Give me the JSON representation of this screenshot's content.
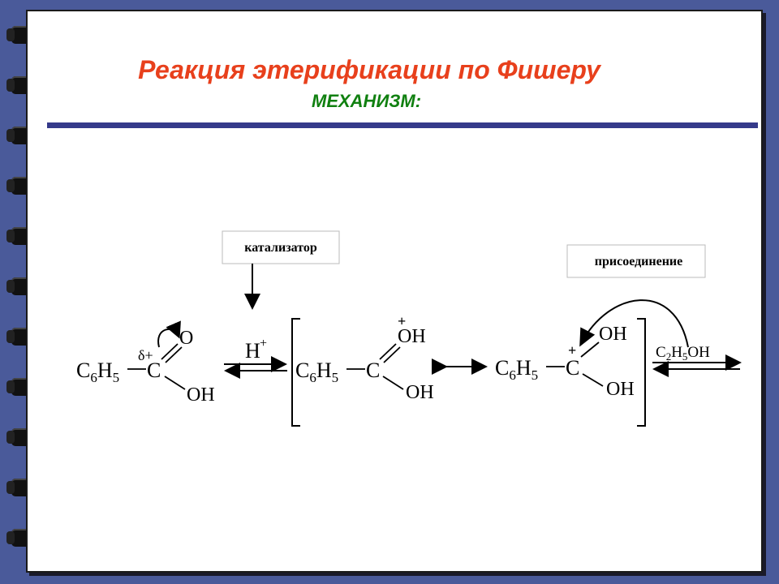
{
  "title": "Реакция этерификации по Фишеру",
  "subtitle": "МЕХАНИЗМ:",
  "labels": {
    "catalyst": "катализатор",
    "addition": "присоединение"
  },
  "molecules": {
    "acid": {
      "group": "C6H5",
      "carbon": "C",
      "delta": "δ+",
      "carbonyl_o": "O",
      "hydroxyl": "OH"
    },
    "proton_reagent": {
      "symbol": "H",
      "charge": "+"
    },
    "cation_a": {
      "group": "C6H5",
      "carbon": "C",
      "top": "OH",
      "bottom": "OH",
      "charge": "+"
    },
    "cation_b": {
      "group": "C6H5",
      "carbon": "C",
      "top": "OH",
      "bottom": "OH",
      "charge": "+"
    },
    "alcohol": "C2H5OH"
  },
  "colors": {
    "title": "#e8401c",
    "subtitle": "#108010",
    "rule": "#353a8a",
    "background": "#4a5a9a"
  }
}
